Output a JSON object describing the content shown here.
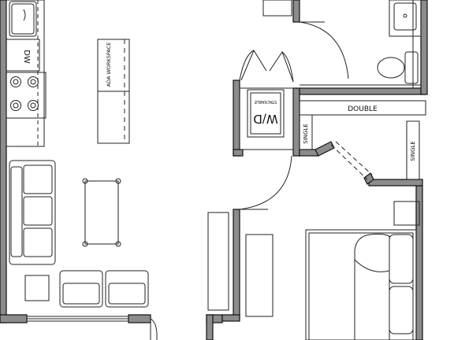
{
  "labels": {
    "dishwasher": "DW",
    "workspace": "ADA WORKSPACE",
    "washer_dryer": "W/D",
    "stackable": "STACKABLE",
    "double": "DOUBLE",
    "single_left": "SINGLE",
    "single_right": "SINGLE"
  },
  "colors": {
    "wall": "#111111",
    "wall_fill": "#8c8c8c",
    "line": "#222222",
    "dash": "#333333"
  }
}
